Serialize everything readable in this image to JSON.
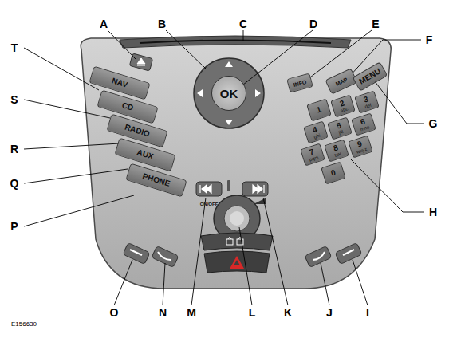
{
  "diagram": {
    "nodes": [
      {
        "text": [
          "NAV"
        ]
      },
      {
        "text": [
          "CD"
        ]
      },
      {
        "text": [
          "RADIO"
        ]
      },
      {
        "text": [
          "AUX"
        ]
      },
      {
        "text": [
          "PHONE"
        ]
      },
      {
        "text": [
          "OK"
        ]
      },
      {
        "text": [
          "INFO"
        ]
      },
      {
        "text": [
          "MAP"
        ]
      },
      {
        "text": [
          "MENU"
        ]
      },
      {
        "text": [
          "1"
        ]
      },
      {
        "text": [
          "2",
          "abc"
        ]
      },
      {
        "text": [
          "3",
          "def"
        ]
      },
      {
        "text": [
          "4",
          "ghi"
        ]
      },
      {
        "text": [
          "5",
          "jkl"
        ]
      },
      {
        "text": [
          "6",
          "mno"
        ]
      },
      {
        "text": [
          "7",
          "pqrs"
        ]
      },
      {
        "text": [
          "8",
          "tuv"
        ]
      },
      {
        "text": [
          "9",
          "wxyz"
        ]
      },
      {
        "text": [
          "0"
        ]
      }
    ],
    "labels": [
      "A",
      "B",
      "C",
      "D",
      "E",
      "F",
      "G",
      "H",
      "I",
      "J",
      "K",
      "L",
      "M",
      "N",
      "O",
      "P",
      "Q",
      "R",
      "S",
      "T",
      "ON/OFF",
      "E156630"
    ]
  }
}
